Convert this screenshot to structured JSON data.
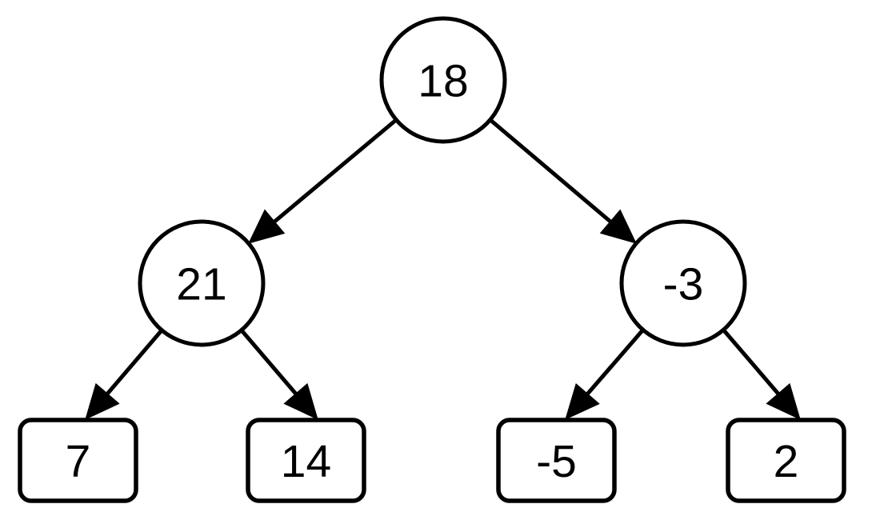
{
  "diagram": {
    "type": "binary-tree",
    "background_color": "#ffffff",
    "stroke_color": "#000000",
    "text_color": "#000000",
    "node_fill_color": "#ffffff",
    "nodes": {
      "root": {
        "label": "18",
        "shape": "circle",
        "level": 0
      },
      "left": {
        "label": "21",
        "shape": "circle",
        "level": 1
      },
      "right": {
        "label": "-3",
        "shape": "circle",
        "level": 1
      },
      "leaf_ll": {
        "label": "7",
        "shape": "rounded-rectangle",
        "level": 2
      },
      "leaf_lr": {
        "label": "14",
        "shape": "rounded-rectangle",
        "level": 2
      },
      "leaf_rl": {
        "label": "-5",
        "shape": "rounded-rectangle",
        "level": 2
      },
      "leaf_rr": {
        "label": "2",
        "shape": "rounded-rectangle",
        "level": 2
      }
    },
    "edges": [
      {
        "from": "18",
        "to": "21"
      },
      {
        "from": "18",
        "to": "-3"
      },
      {
        "from": "21",
        "to": "7"
      },
      {
        "from": "21",
        "to": "14"
      },
      {
        "from": "-3",
        "to": "-5"
      },
      {
        "from": "-3",
        "to": "2"
      }
    ]
  }
}
